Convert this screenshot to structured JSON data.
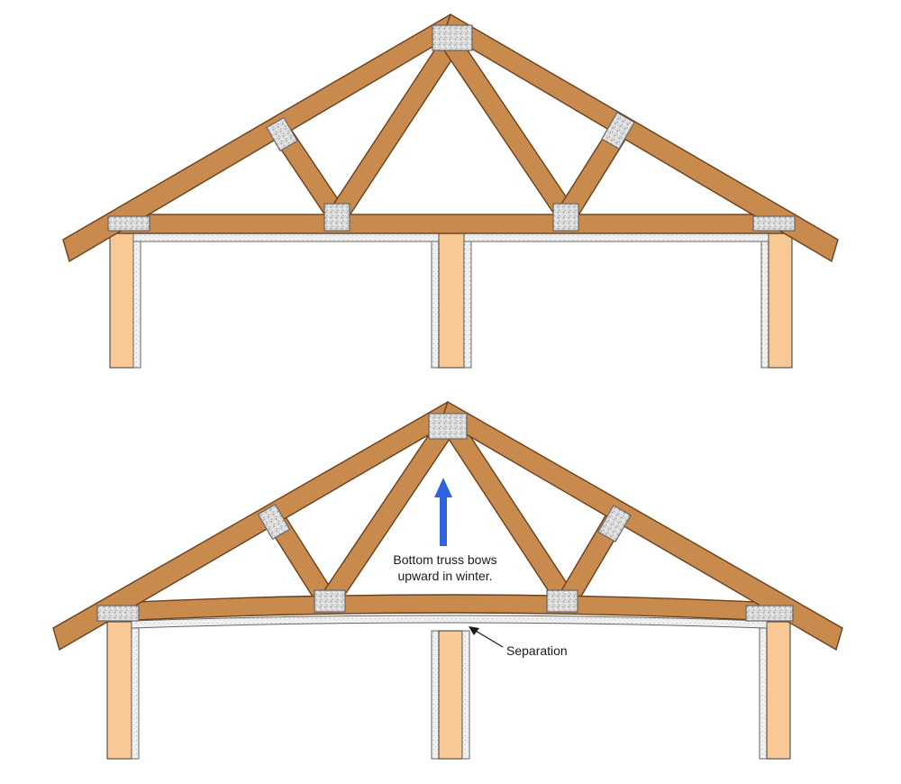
{
  "diagram": {
    "colors": {
      "wood_fill": "#c98a4e",
      "wood_stroke": "#6b3f1c",
      "post_fill": "#f8c995",
      "post_stroke": "#555555",
      "plate_fill": "#d4d4d4",
      "plate_stroke": "#666666",
      "drywall_fill": "#efefef",
      "drywall_stroke": "#666666",
      "arrow_color": "#2f63e0",
      "text_color": "#1a1a1a"
    },
    "panels": [
      {
        "name": "normal-truss",
        "state": "flat bottom chord"
      },
      {
        "name": "bowed-truss",
        "state": "bottom chord bowed upward"
      }
    ],
    "annotations": {
      "arrow_label_line1": "Bottom truss bows",
      "arrow_label_line2": "upward in winter.",
      "separation_label": "Separation"
    }
  }
}
